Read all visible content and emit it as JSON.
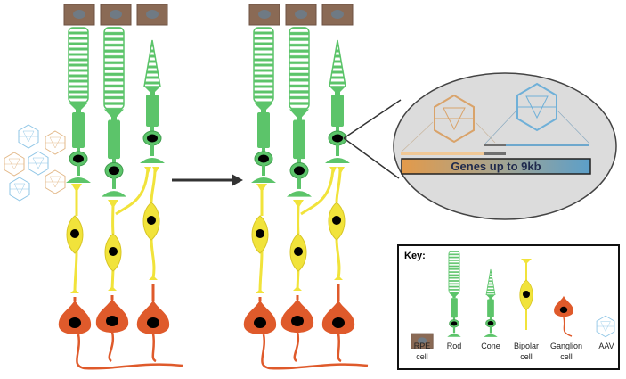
{
  "colors": {
    "rpe": "#8a6a55",
    "photoreceptor": "#5cc46a",
    "bipolar": "#f1e33b",
    "ganglion": "#df5a2b",
    "aav_blue": "#8fc6e6",
    "aav_orange": "#e3b98a",
    "gene_left": "#e39a4a",
    "gene_right": "#5c9fc9"
  },
  "inset": {
    "gene_label": "Genes up to 9kb"
  },
  "key": {
    "title": "Key:",
    "items": [
      {
        "line1": "RPE",
        "line2": "cell"
      },
      {
        "line1": "Rod",
        "line2": ""
      },
      {
        "line1": "Cone",
        "line2": ""
      },
      {
        "line1": "Bipolar",
        "line2": "cell"
      },
      {
        "line1": "Ganglion",
        "line2": "cell"
      },
      {
        "line1": "AAV",
        "line2": ""
      }
    ]
  }
}
